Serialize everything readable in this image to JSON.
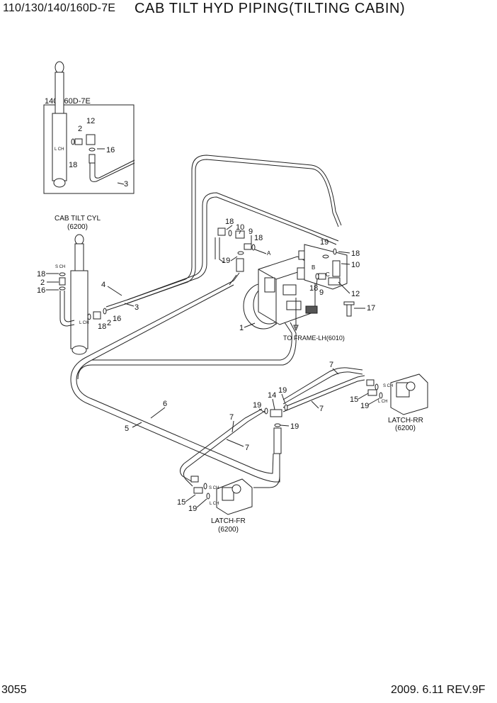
{
  "header": {
    "model": "110/130/140/160D-7E",
    "title": "CAB TILT HYD PIPING(TILTING CABIN)"
  },
  "footer": {
    "page_number": "3055",
    "date_rev": "2009. 6.11  REV.9F"
  },
  "labels": {
    "inset_model": "140/160D-7E",
    "cab_tilt_cyl": "CAB TILT CYL",
    "cab_tilt_cyl_ref": "(6200)",
    "to_frame": "TO FRAME-LH(6010)",
    "latch_rr": "LATCH-RR",
    "latch_rr_ref": "(6200)",
    "latch_fr": "LATCH-FR",
    "latch_fr_ref": "(6200)",
    "s_ch": "S CH",
    "l_ch": "L CH",
    "port_a": "A",
    "port_b": "B",
    "port_c": "C"
  },
  "callouts": {
    "n1": "1",
    "n2": "2",
    "n3": "3",
    "n4": "4",
    "n5": "5",
    "n6": "6",
    "n7": "7",
    "n9": "9",
    "n10": "10",
    "n12": "12",
    "n14": "14",
    "n15": "15",
    "n16": "16",
    "n17": "17",
    "n18": "18",
    "n19": "19"
  }
}
